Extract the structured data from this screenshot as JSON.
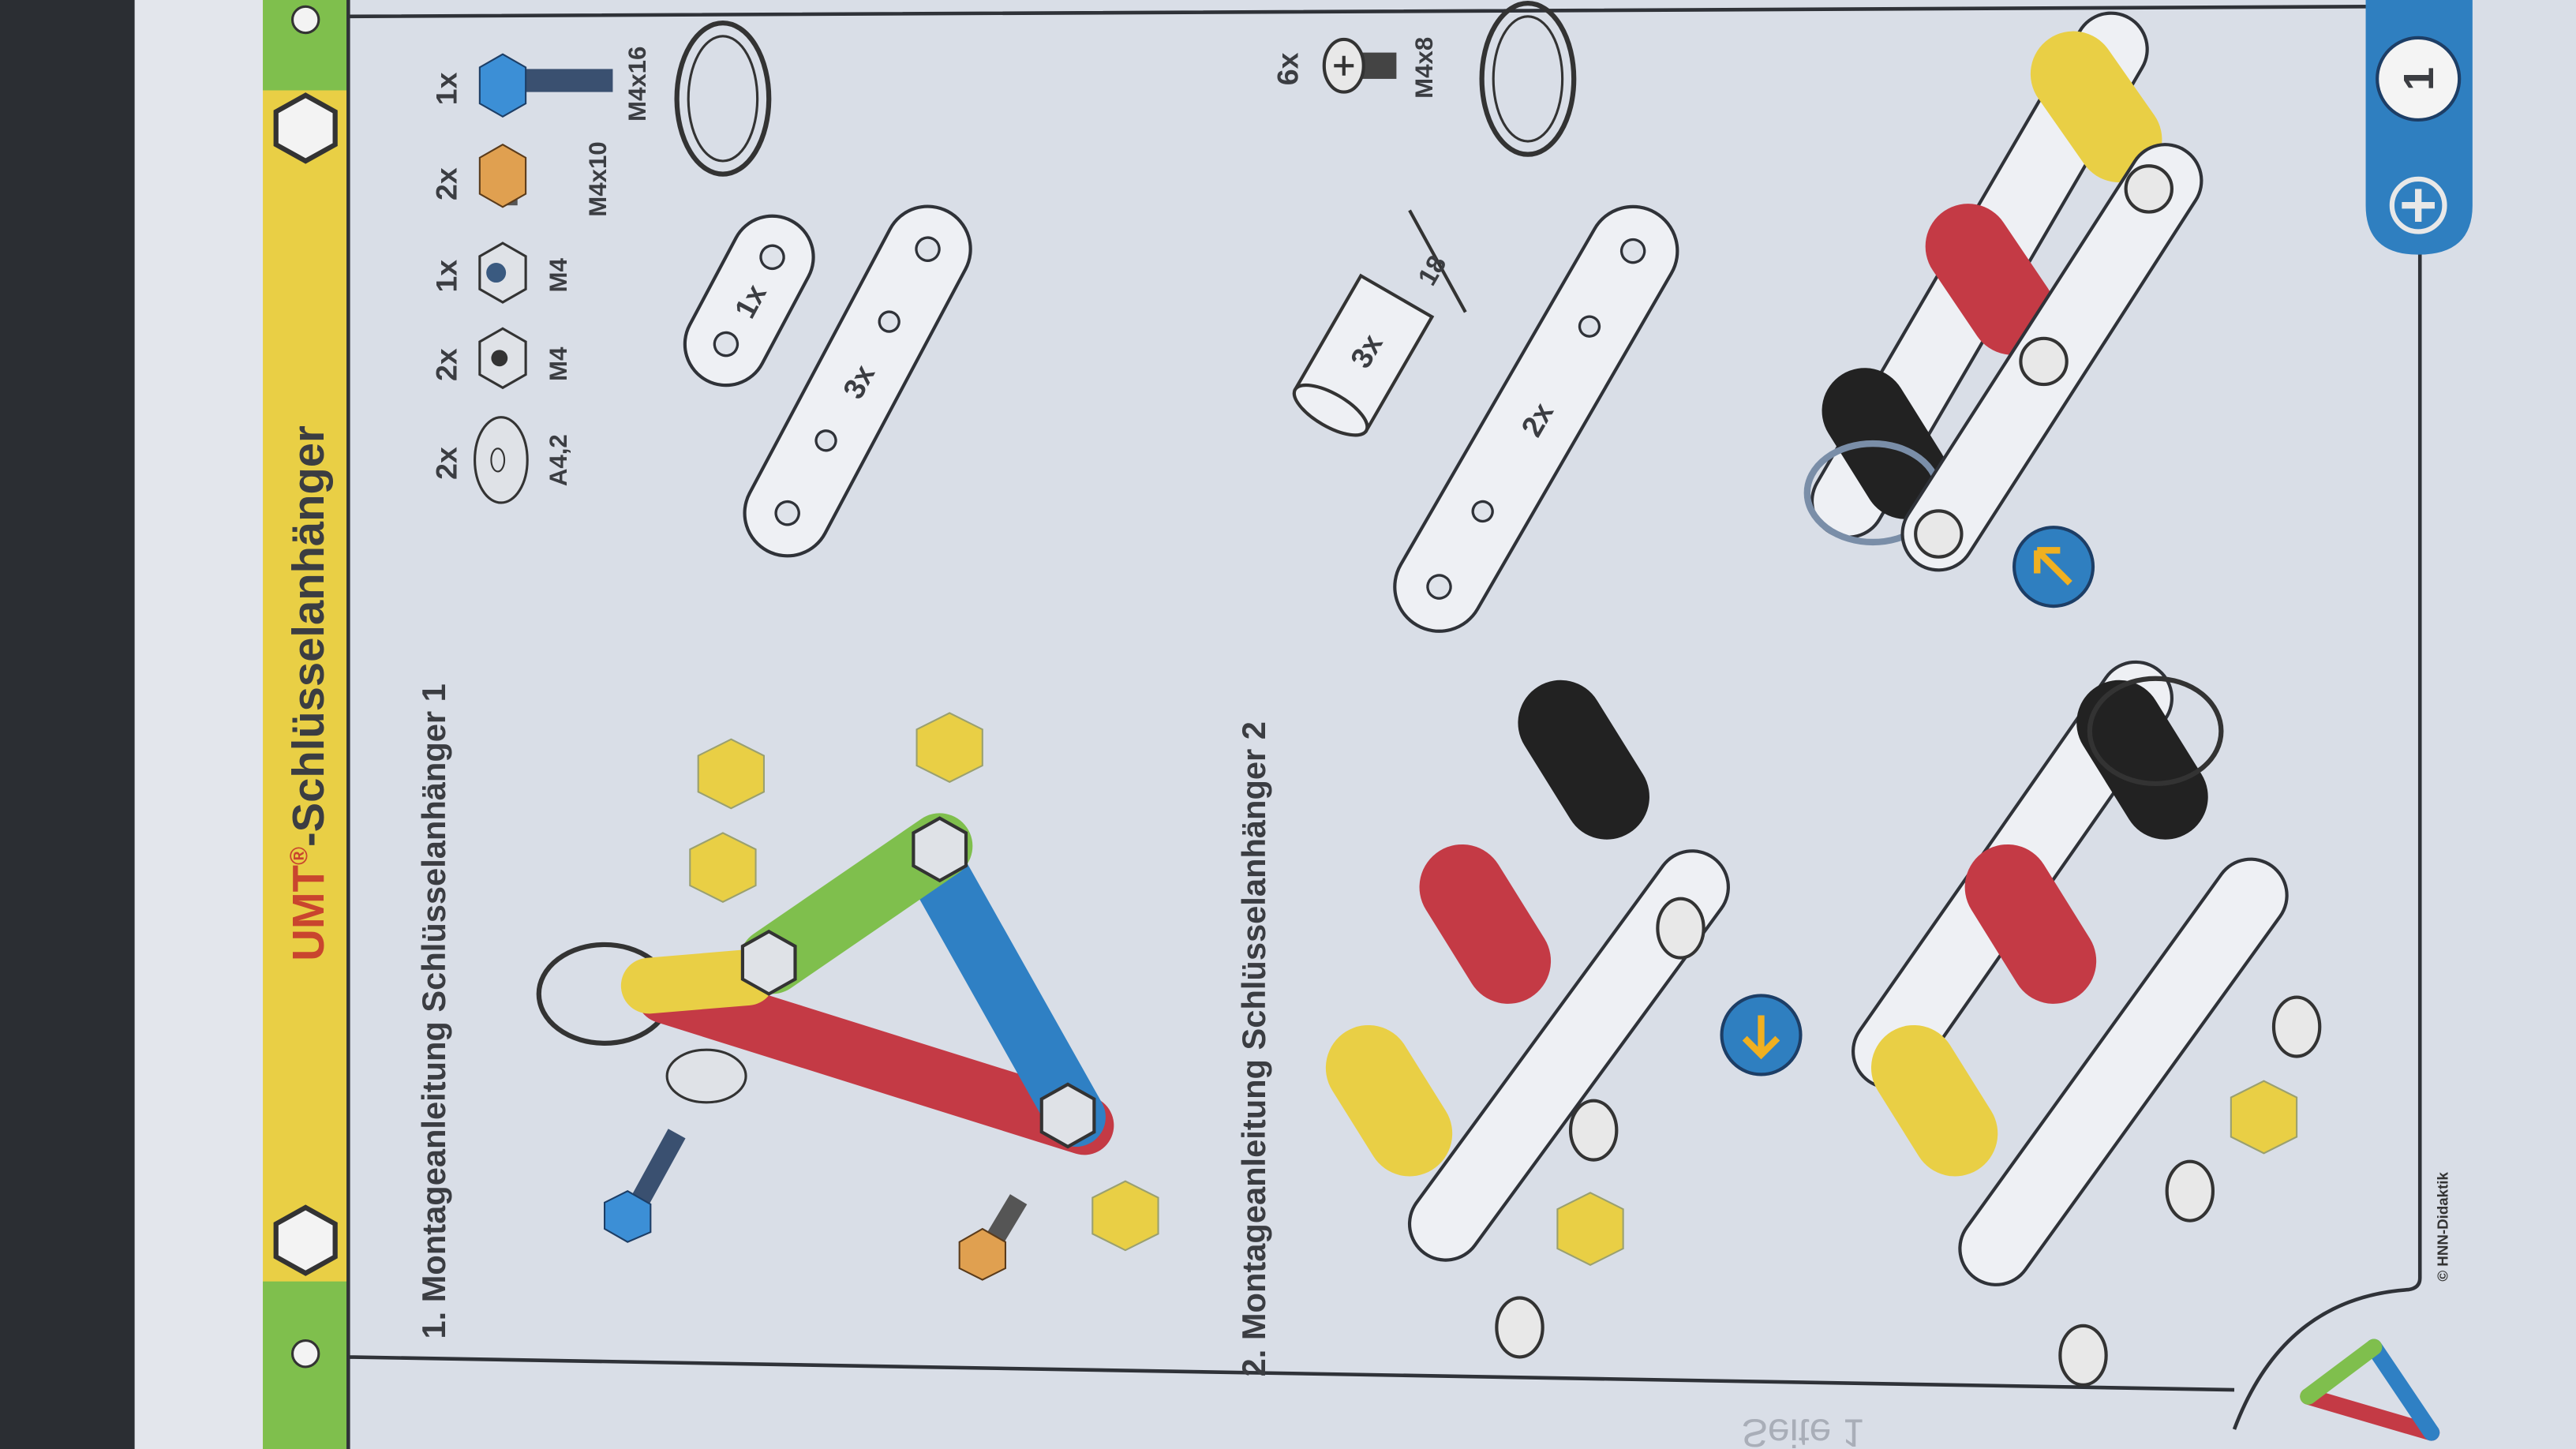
{
  "title": {
    "brand": "UMT",
    "reg": "®",
    "rest": "-Schlüsselanhänger"
  },
  "section1": {
    "heading": "1. Montageanleitung Schlüsselanhänger 1",
    "parts": [
      {
        "qty": "2x",
        "label": "A4,2",
        "icon": "washer-icon"
      },
      {
        "qty": "2x",
        "label": "M4",
        "icon": "nut-icon"
      },
      {
        "qty": "1x",
        "label": "M4",
        "icon": "lock-nut-icon"
      },
      {
        "qty": "2x",
        "label": "M4x10",
        "icon": "orange-bolt-icon"
      },
      {
        "qty": "1x",
        "label": "M4x16",
        "icon": "blue-bolt-icon"
      }
    ],
    "strip_labels": [
      "1x",
      "3x"
    ]
  },
  "section2": {
    "heading": "2. Montageanleitung Schlüsselanhänger 2",
    "screws": {
      "qty": "6x",
      "label": "M4x8"
    },
    "spacer_label": "3x",
    "dimension": "18",
    "strip_label": "2x"
  },
  "page_number": "1",
  "copyright": "© HNN-Didaktik",
  "bleed_text": "Seite 1",
  "colors": {
    "paper": "#d9dee7",
    "green": "#7fbf4d",
    "yellow": "#e9cf45",
    "brand_red": "#c9452e",
    "tab_blue": "#2f7fc0",
    "part_red": "#c43a45",
    "part_blue": "#2f80c4"
  }
}
